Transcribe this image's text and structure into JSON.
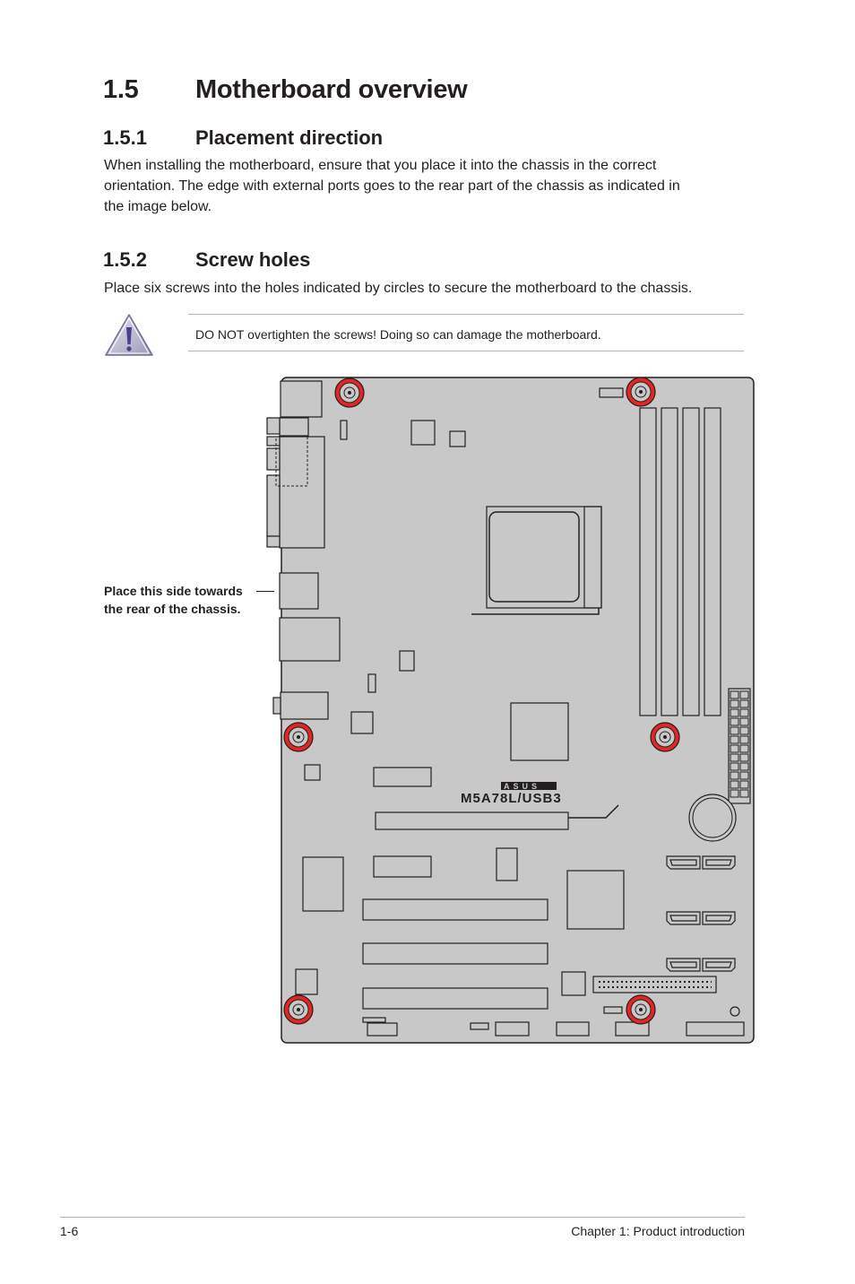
{
  "section": {
    "number": "1.5",
    "title": "Motherboard overview"
  },
  "subsections": [
    {
      "number": "1.5.1",
      "title": "Placement direction",
      "text": "When installing the motherboard, ensure that you place it into the chassis in the correct orientation. The edge with external ports goes to the rear part of the chassis as indicated in the image below."
    },
    {
      "number": "1.5.2",
      "title": "Screw holes",
      "text": "Place six screws into the holes indicated by circles to secure the motherboard to the chassis."
    }
  ],
  "paragraph_lines": {
    "p1": [
      "When installing the motherboard, ensure that you place it into the chassis in the correct",
      "orientation. The edge with external ports goes to the rear part of the chassis as indicated in",
      "the image below."
    ]
  },
  "warning": {
    "icon": "warning-triangle-icon",
    "text": "DO NOT overtighten the screws! Doing so can damage the motherboard."
  },
  "diagram": {
    "callout": [
      "Place this side towards",
      "the rear of the chassis."
    ],
    "brand": "ASUS",
    "model": "M5A78L/USB3",
    "screw_hole_count": 6,
    "colors": {
      "board": "#c8c8c8",
      "screw_ring": "#e42526",
      "outline": "#231f20"
    }
  },
  "footer": {
    "page": "1-6",
    "chapter": "Chapter 1: Product introduction"
  }
}
